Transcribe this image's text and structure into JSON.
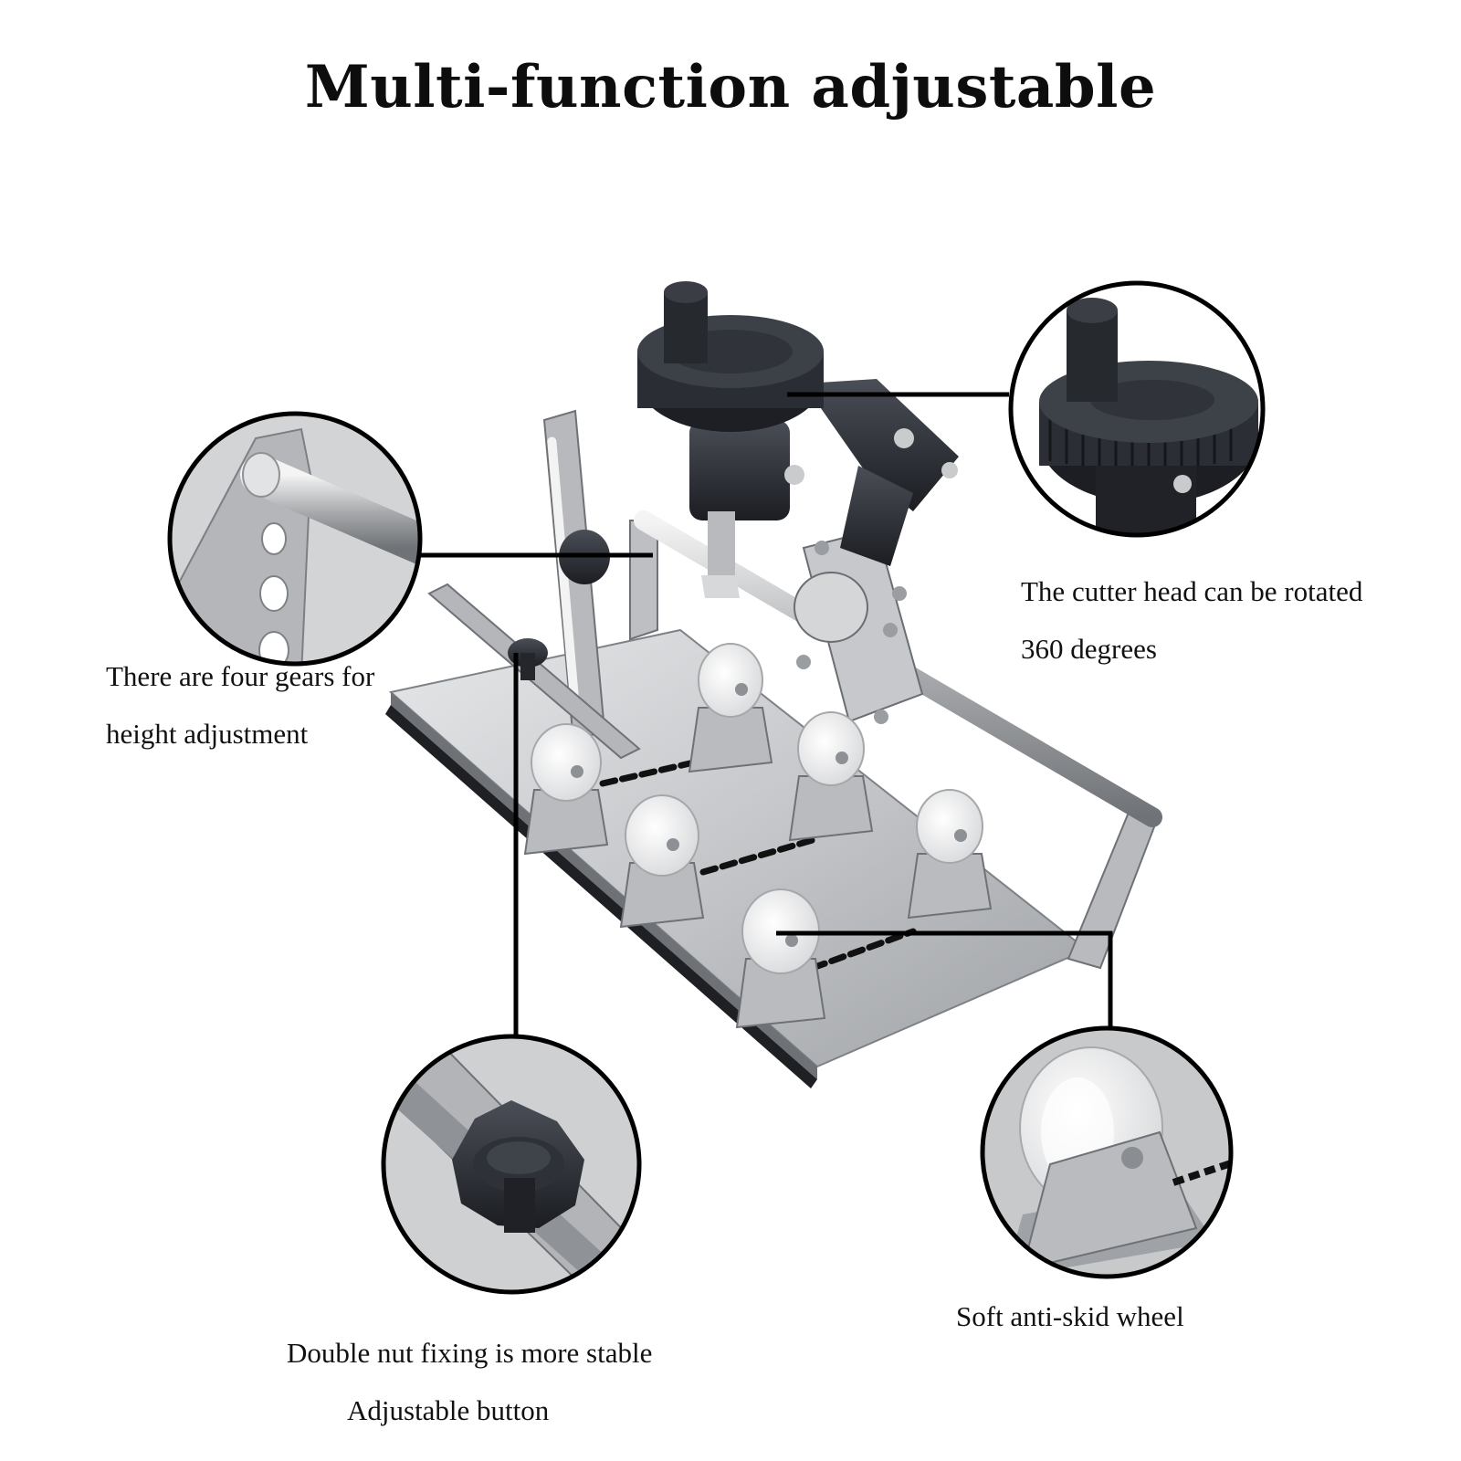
{
  "title": "Multi-function adjustable",
  "callouts": {
    "gears": {
      "line1": "There are four gears for",
      "line2": "height adjustment"
    },
    "rotate": {
      "line1": "The cutter head can be rotated",
      "line2": "360 degrees"
    },
    "wheel": {
      "line1": "Soft anti-skid wheel"
    },
    "nut": {
      "line1": "Double nut fixing is more stable",
      "line2": "Adjustable button"
    }
  },
  "colors": {
    "steel": "#c9cacc",
    "steel_dark": "#8d9094",
    "black_part": "#2a2d33",
    "wheel": "#f1f1f1",
    "line": "#000000"
  }
}
